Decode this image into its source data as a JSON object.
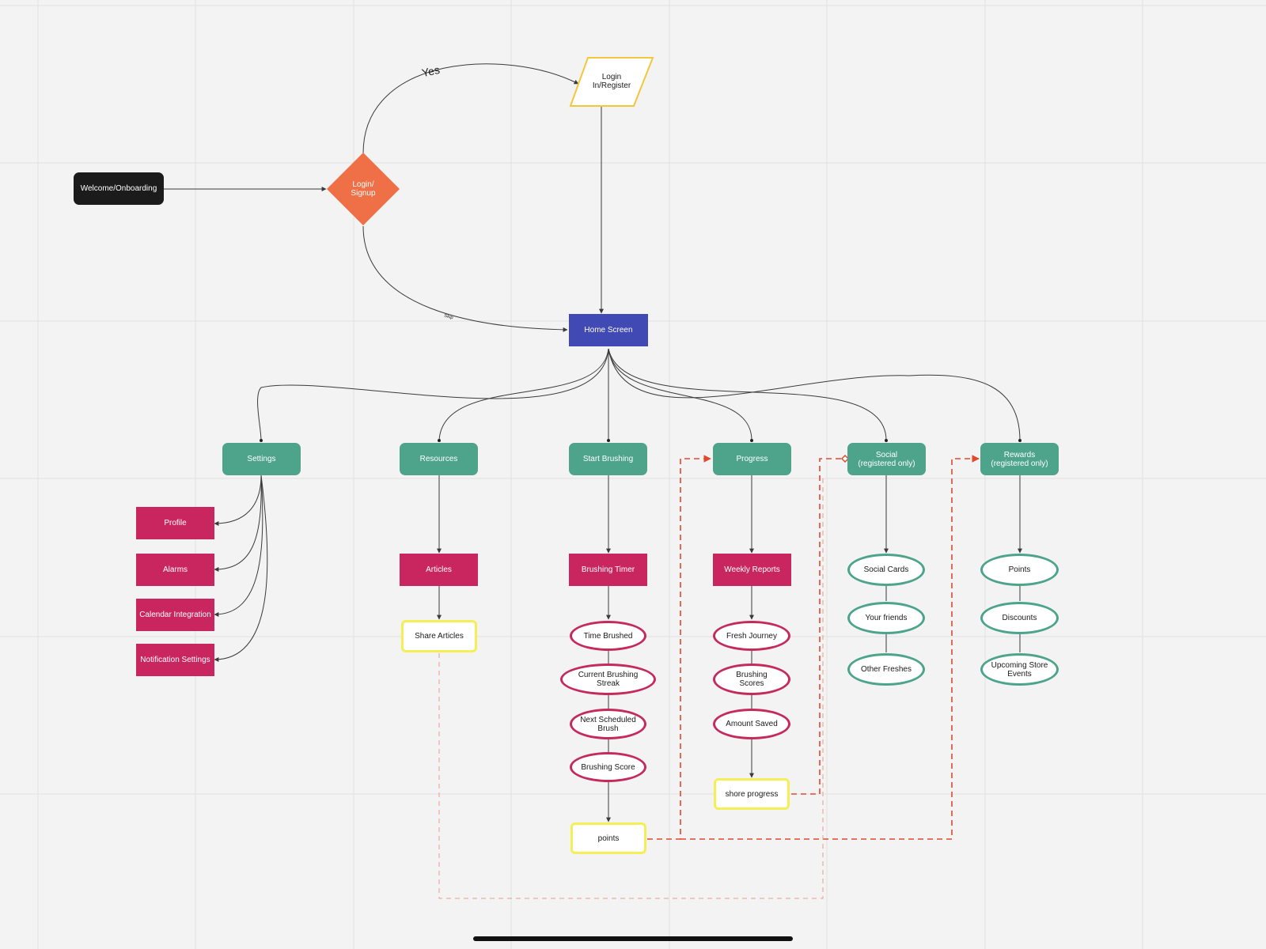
{
  "nodes": {
    "welcome": "Welcome/Onboarding",
    "login_signup": "Login/\nSignup",
    "login_register": "Login\nIn/Register",
    "home": "Home Screen",
    "settings": "Settings",
    "resources": "Resources",
    "start_brushing": "Start Brushing",
    "progress": "Progress",
    "social": "Social\n(registered only)",
    "rewards": "Rewards\n(registered only)",
    "profile": "Profile",
    "alarms": "Alarms",
    "calendar": "Calendar Integration",
    "notification_settings": "Notification Settings",
    "articles": "Articles",
    "share_articles": "Share Articles",
    "brushing_timer": "Brushing Timer",
    "time_brushed": "Time Brushed",
    "current_streak": "Current Brushing\nStreak",
    "next_brush": "Next Scheduled\nBrush",
    "brushing_score": "Brushing Score",
    "points_note": "points",
    "weekly_reports": "Weekly Reports",
    "fresh_journey": "Fresh Journey",
    "brushing_scores": "Brushing\nScores",
    "amount_saved": "Amount Saved",
    "shore_progress": "shore progress",
    "social_cards": "Social Cards",
    "your_friends": "Your friends",
    "other_freshes": "Other Freshes",
    "points": "Points",
    "discounts": "Discounts",
    "store_events": "Upcoming Store\nEvents"
  },
  "edge_labels": {
    "yes": "Yes",
    "skip": "Skip"
  },
  "colors": {
    "dark": "#1b1b1b",
    "decision": "#ef6f47",
    "login_outline": "#f2c73a",
    "home": "#4049b4",
    "category": "#4da48a",
    "feature": "#c9265f",
    "note_outline": "#f5ee55",
    "dashed_link": "#e0492e",
    "wire": "#3a3a3a"
  }
}
